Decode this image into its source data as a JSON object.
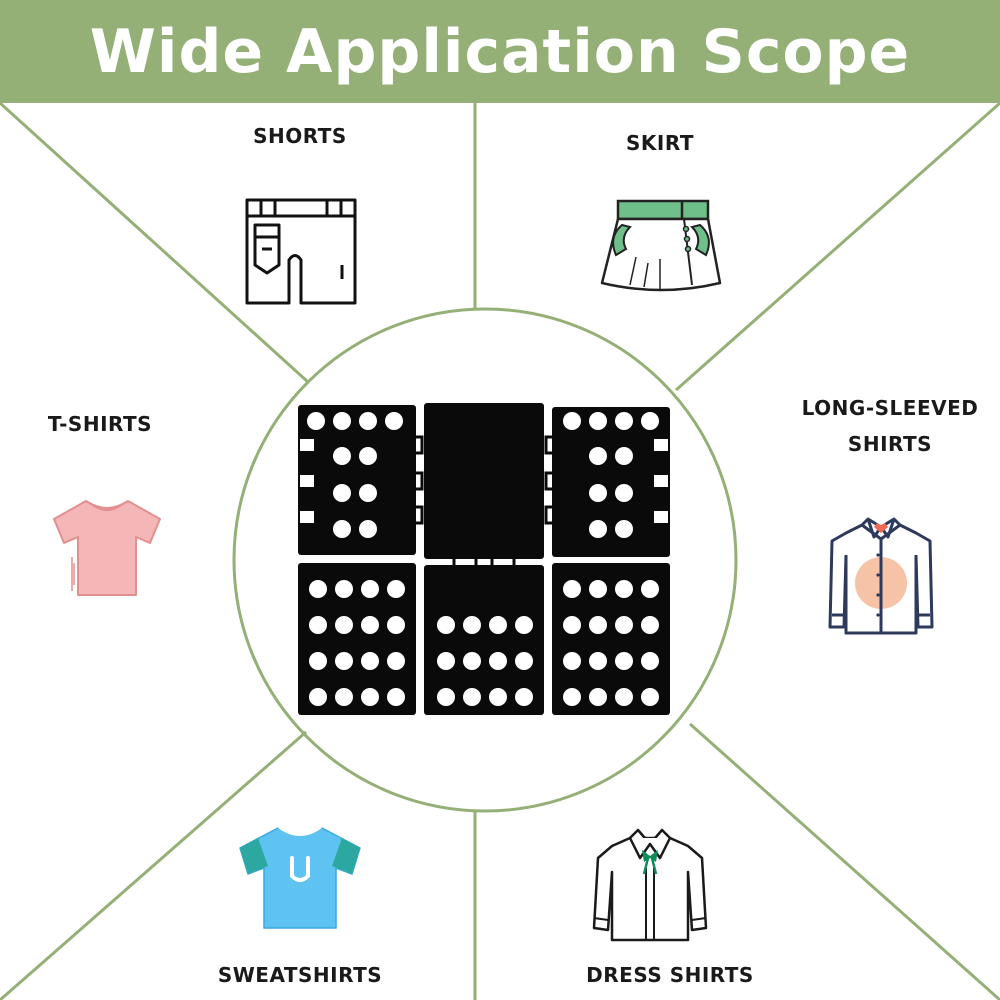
{
  "header": {
    "title": "Wide Application Scope"
  },
  "categories": {
    "shorts": "SHORTS",
    "skirt": "SKIRT",
    "tshirts": "T-SHIRTS",
    "long_sleeved_line1": "LONG-SLEEVED",
    "long_sleeved_line2": "SHIRTS",
    "sweatshirts": "SWEATSHIRTS",
    "dress_shirts": "DRESS SHIRTS"
  },
  "icons": {
    "shorts": "shorts-icon",
    "skirt": "skirt-icon",
    "tshirts": "tshirt-icon",
    "long_sleeved": "long-sleeved-shirt-icon",
    "sweatshirts": "sweatshirt-icon",
    "dress_shirts": "dress-shirt-icon",
    "center": "folding-board-icon"
  },
  "colors": {
    "accent_green": "#94b077",
    "skirt_green": "#6fbf8a",
    "tshirt_pink": "#f4b6b6",
    "sweatshirt_blue": "#5fc3f2",
    "sweatshirt_collar": "#2da8a0",
    "long_sleeve_navy": "#2e3a5c",
    "long_sleeve_peach": "#f6c3a6",
    "board_black": "#0a0a0a"
  }
}
